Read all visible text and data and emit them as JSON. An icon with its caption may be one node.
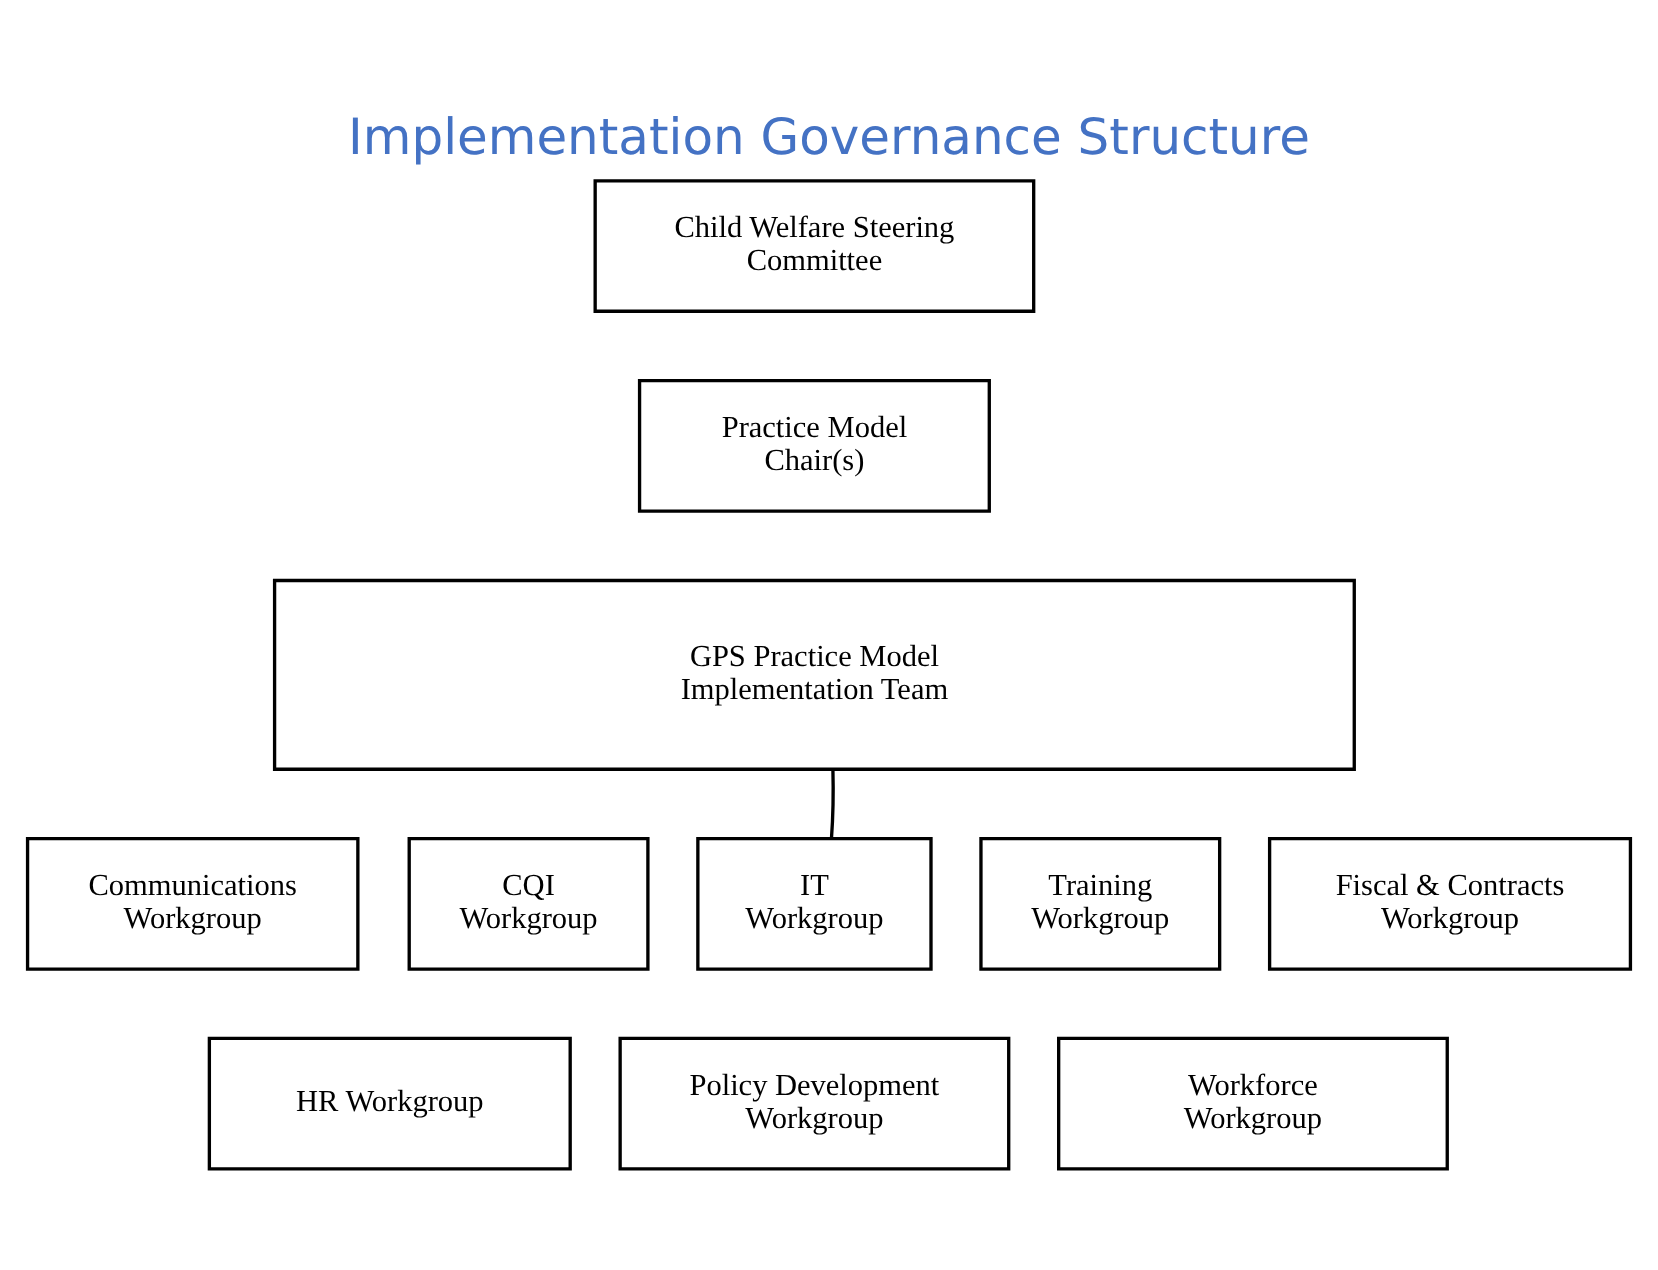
{
  "diagram": {
    "title": "Implementation Governance Structure",
    "nodes": [
      {
        "text": [
          "Child Welfare Steering Committee"
        ]
      },
      {
        "text": [
          "Practice Model Chair(s)"
        ]
      },
      {
        "text": [
          "GPS Practice Model Implementation Team"
        ]
      },
      {
        "text": [
          "Communications Workgroup"
        ]
      },
      {
        "text": [
          "CQI Workgroup"
        ]
      },
      {
        "text": [
          "IT Workgroup"
        ]
      },
      {
        "text": [
          "Training Workgroup"
        ]
      },
      {
        "text": [
          "Fiscal & Contracts Workgroup"
        ]
      },
      {
        "text": [
          "HR Workgroup"
        ]
      },
      {
        "text": [
          "Policy Development Workgroup"
        ]
      },
      {
        "text": [
          "Workforce Workgroup"
        ]
      }
    ],
    "edges": [
      {
        "from": 2,
        "to": 5,
        "arrow": "none"
      }
    ]
  }
}
